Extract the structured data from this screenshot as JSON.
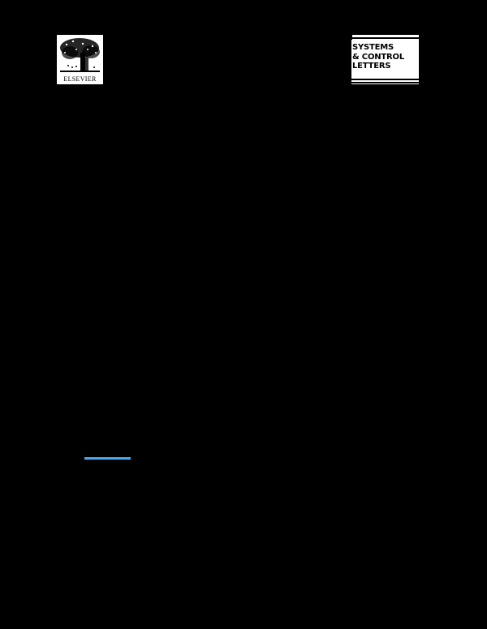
{
  "header": {
    "publisher_logo": {
      "icon": "elsevier-tree-logo",
      "wordmark": "ELSEVIER"
    },
    "journal_logo": {
      "lines": [
        "SYSTEMS",
        "& CONTROL",
        "LETTERS"
      ]
    }
  },
  "body": {
    "link": {
      "color": "#4aa8f0"
    }
  },
  "colors": {
    "background": "#000000",
    "logo_background": "#ffffff",
    "link_underline": "#4aa8f0"
  }
}
